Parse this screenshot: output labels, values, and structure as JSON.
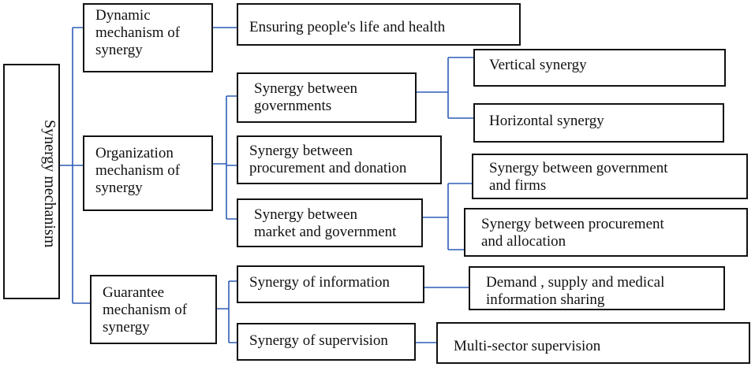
{
  "root": {
    "label": "Synergy mechanism"
  },
  "mechanisms": [
    {
      "id": "dynamic",
      "label": "Dynamic\nmechanism of\nsynergy"
    },
    {
      "id": "organization",
      "label": "Organization\nmechanism of\nsynergy"
    },
    {
      "id": "guarantee",
      "label": "Guarantee\nmechanism of\nsynergy"
    }
  ],
  "sub_items": [
    {
      "id": "ensuring",
      "label": "Ensuring people's life and health"
    },
    {
      "id": "governments",
      "label": "Synergy between\ngovernments"
    },
    {
      "id": "procurement-donation",
      "label": "Synergy between\nprocurement and donation"
    },
    {
      "id": "market-government",
      "label": "Synergy between\nmarket and government"
    },
    {
      "id": "information",
      "label": "Synergy of information"
    },
    {
      "id": "supervision",
      "label": "Synergy of supervision"
    }
  ],
  "leaf_items": [
    {
      "id": "vertical",
      "label": "Vertical synergy"
    },
    {
      "id": "horizontal",
      "label": "Horizontal synergy"
    },
    {
      "id": "gov-firms",
      "label": "Synergy between government\nand firms"
    },
    {
      "id": "procurement-allocation",
      "label": "Synergy between procurement\nand allocation"
    },
    {
      "id": "demand-supply",
      "label": "Demand , supply and medical\ninformation sharing"
    },
    {
      "id": "multi-sector",
      "label": "Multi-sector supervision"
    }
  ],
  "colors": {
    "connector": "#2f5cb8",
    "border": "#111111"
  }
}
